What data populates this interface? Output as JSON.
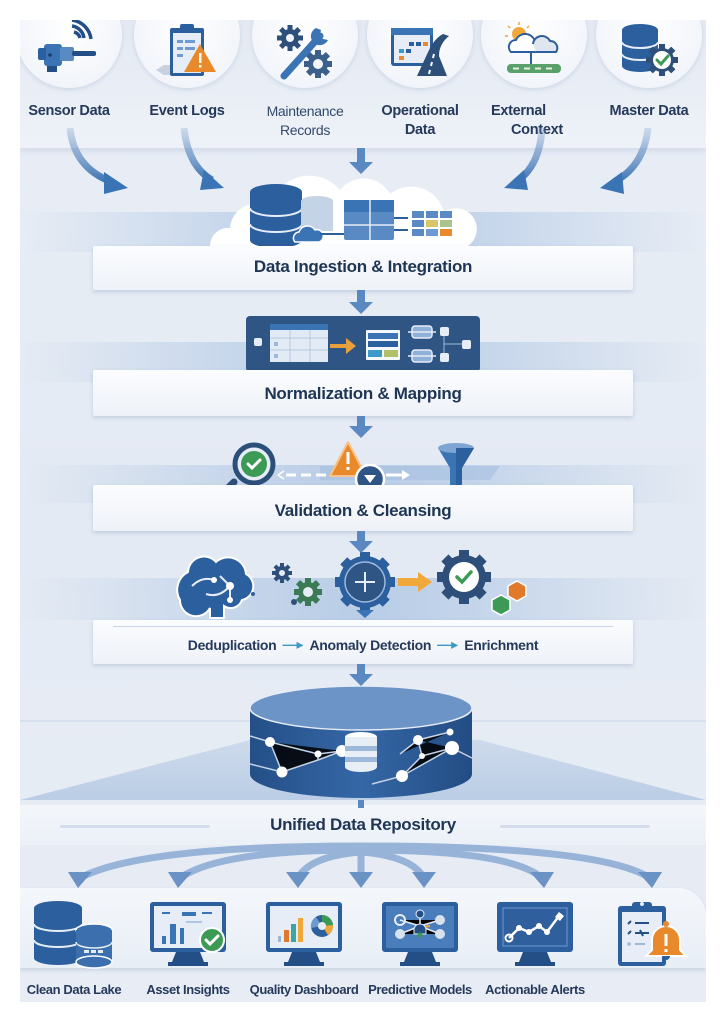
{
  "diagram": {
    "type": "data-pipeline-infographic",
    "sources": [
      {
        "label": "Sensor Data",
        "icon": "sensor-icon"
      },
      {
        "label": "Event Logs",
        "icon": "clipboard-warning-icon"
      },
      {
        "label": "Maintenance Records",
        "icon": "wrench-gears-icon"
      },
      {
        "label": "Operational Data",
        "icon": "calendar-road-icon"
      },
      {
        "label": "External Context",
        "icon": "weather-cloud-icon"
      },
      {
        "label": "Master Data",
        "icon": "database-gear-check-icon"
      }
    ],
    "stages": [
      {
        "title": "Data Ingestion & Integration",
        "icon": "database-cloud-table-icon"
      },
      {
        "title": "Normalization & Mapping",
        "icon": "table-transform-icon"
      },
      {
        "title": "Validation & Cleansing",
        "icon": "magnifier-warning-funnel-icon"
      },
      {
        "title": "Deduplication → Anomaly Detection → Enrichment",
        "substeps": [
          "Deduplication",
          "Anomaly Detection",
          "Enrichment"
        ],
        "icon": "brain-gears-check-icon"
      }
    ],
    "repository": {
      "title": "Unified Data Repository",
      "icon": "network-database-icon"
    },
    "outputs": [
      {
        "label": "Clean Data Lake",
        "icon": "database-stack-icon"
      },
      {
        "label": "Asset Insights",
        "icon": "monitor-check-icon"
      },
      {
        "label": "Quality Dashboard",
        "icon": "monitor-chart-icon"
      },
      {
        "label": "Predictive Models",
        "icon": "monitor-network-icon"
      },
      {
        "label": "Actionable Alerts",
        "icon": "monitor-trend-icon"
      },
      {
        "label": "",
        "icon": "clipboard-bell-icon"
      }
    ],
    "colors": {
      "navy": "#1f4e86",
      "blue": "#3b74b5",
      "light_blue": "#9cb9dc",
      "orange": "#e8892b",
      "green": "#3c9a55",
      "text": "#1f3554",
      "background": "#e6ecf4"
    }
  }
}
